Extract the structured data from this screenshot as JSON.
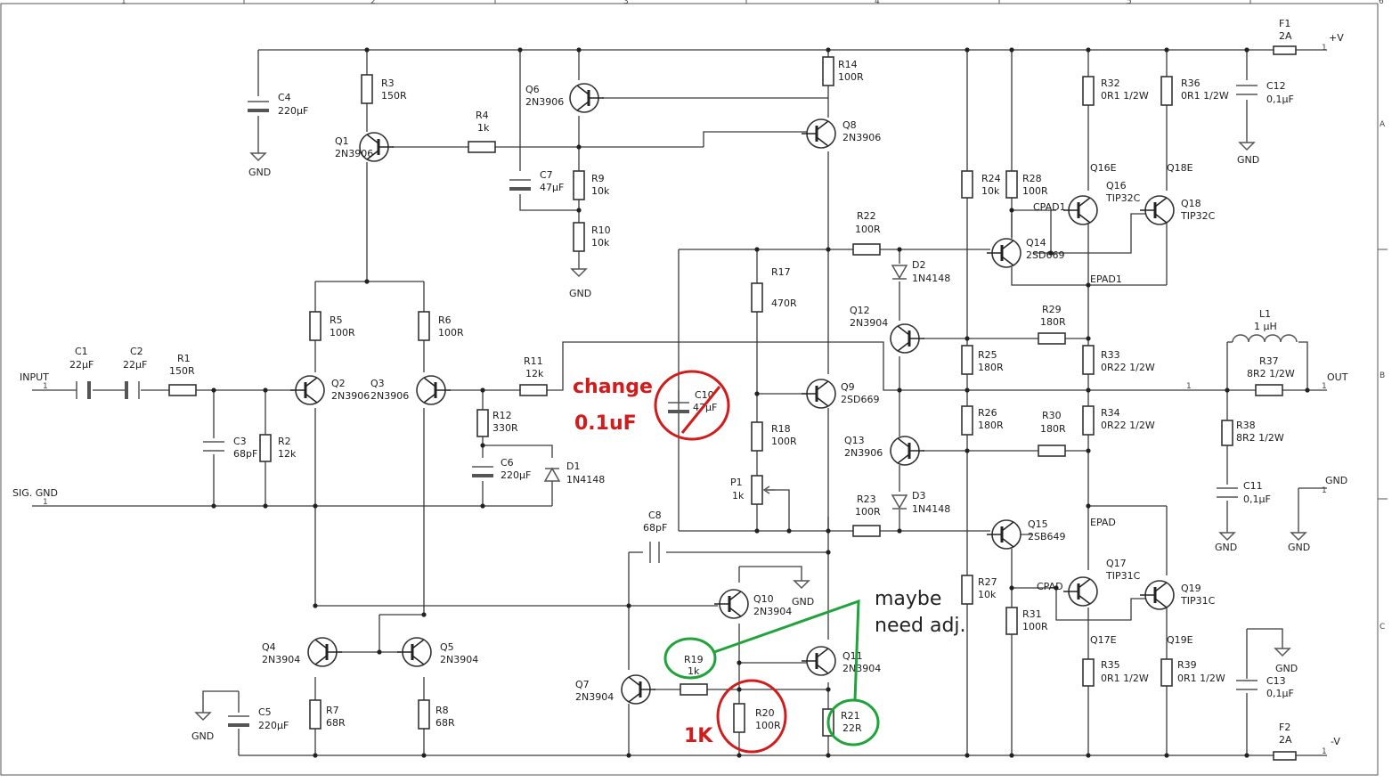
{
  "frame": {
    "top_cols": [
      "1",
      "2",
      "3",
      "4",
      "5",
      "6"
    ],
    "side_rows": [
      "A",
      "B",
      "C"
    ]
  },
  "ports": {
    "input": "INPUT",
    "sig_gnd": "SIG. GND",
    "out": "OUT",
    "vplus": "+V",
    "vminus": "-V",
    "gnd_right": "GND",
    "pin1": "1"
  },
  "gnd_label": "GND",
  "resistors": {
    "r1": {
      "ref": "R1",
      "val": "150R"
    },
    "r2": {
      "ref": "R2",
      "val": "12k"
    },
    "r3": {
      "ref": "R3",
      "val": "150R"
    },
    "r4": {
      "ref": "R4",
      "val": "1k"
    },
    "r5": {
      "ref": "R5",
      "val": "100R"
    },
    "r6": {
      "ref": "R6",
      "val": "100R"
    },
    "r7": {
      "ref": "R7",
      "val": "68R"
    },
    "r8": {
      "ref": "R8",
      "val": "68R"
    },
    "r9": {
      "ref": "R9",
      "val": "10k"
    },
    "r10": {
      "ref": "R10",
      "val": "10k"
    },
    "r11": {
      "ref": "R11",
      "val": "12k"
    },
    "r12": {
      "ref": "R12",
      "val": "330R"
    },
    "r14": {
      "ref": "R14",
      "val": "100R"
    },
    "r17": {
      "ref": "R17",
      "val": "470R"
    },
    "r18": {
      "ref": "R18",
      "val": "100R"
    },
    "r19": {
      "ref": "R19",
      "val": "1k"
    },
    "r20": {
      "ref": "R20",
      "val": "100R"
    },
    "r21": {
      "ref": "R21",
      "val": "22R"
    },
    "r22": {
      "ref": "R22",
      "val": "100R"
    },
    "r23": {
      "ref": "R23",
      "val": "100R"
    },
    "r24": {
      "ref": "R24",
      "val": "10k"
    },
    "r25": {
      "ref": "R25",
      "val": "180R"
    },
    "r26": {
      "ref": "R26",
      "val": "180R"
    },
    "r27": {
      "ref": "R27",
      "val": "10k"
    },
    "r28": {
      "ref": "R28",
      "val": "100R"
    },
    "r29": {
      "ref": "R29",
      "val": "180R"
    },
    "r30": {
      "ref": "R30",
      "val": "180R"
    },
    "r31": {
      "ref": "R31",
      "val": "100R"
    },
    "r32": {
      "ref": "R32",
      "val": "0R1 1/2W"
    },
    "r33": {
      "ref": "R33",
      "val": "0R22 1/2W"
    },
    "r34": {
      "ref": "R34",
      "val": "0R22 1/2W"
    },
    "r35": {
      "ref": "R35",
      "val": "0R1 1/2W"
    },
    "r36": {
      "ref": "R36",
      "val": "0R1 1/2W"
    },
    "r37": {
      "ref": "R37",
      "val": "8R2 1/2W"
    },
    "r38": {
      "ref": "R38",
      "val": "8R2 1/2W"
    },
    "r39": {
      "ref": "R39",
      "val": "0R1 1/2W"
    },
    "p1": {
      "ref": "P1",
      "val": "1k"
    }
  },
  "capacitors": {
    "c1": {
      "ref": "C1",
      "val": "22µF"
    },
    "c2": {
      "ref": "C2",
      "val": "22µF"
    },
    "c3": {
      "ref": "C3",
      "val": "68pF"
    },
    "c4": {
      "ref": "C4",
      "val": "220µF"
    },
    "c5": {
      "ref": "C5",
      "val": "220µF"
    },
    "c6": {
      "ref": "C6",
      "val": "220µF"
    },
    "c7": {
      "ref": "C7",
      "val": "47µF"
    },
    "c8": {
      "ref": "C8",
      "val": "68pF"
    },
    "c10": {
      "ref": "C10",
      "val": "47µF"
    },
    "c11": {
      "ref": "C11",
      "val": "0,1µF"
    },
    "c12": {
      "ref": "C12",
      "val": "0,1µF"
    },
    "c13": {
      "ref": "C13",
      "val": "0,1µF"
    }
  },
  "diodes": {
    "d1": {
      "ref": "D1",
      "val": "1N4148"
    },
    "d2": {
      "ref": "D2",
      "val": "1N4148"
    },
    "d3": {
      "ref": "D3",
      "val": "1N4148"
    }
  },
  "transistors": {
    "q1": {
      "ref": "Q1",
      "val": "2N3906"
    },
    "q2": {
      "ref": "Q2",
      "val": "2N3906"
    },
    "q3": {
      "ref": "Q3",
      "val": "2N3906"
    },
    "q4": {
      "ref": "Q4",
      "val": "2N3904"
    },
    "q5": {
      "ref": "Q5",
      "val": "2N3904"
    },
    "q6": {
      "ref": "Q6",
      "val": "2N3906"
    },
    "q7": {
      "ref": "Q7",
      "val": "2N3904"
    },
    "q8": {
      "ref": "Q8",
      "val": "2N3906"
    },
    "q9": {
      "ref": "Q9",
      "val": "2SD669"
    },
    "q10": {
      "ref": "Q10",
      "val": "2N3904"
    },
    "q11": {
      "ref": "Q11",
      "val": "2N3904"
    },
    "q12": {
      "ref": "Q12",
      "val": "2N3904"
    },
    "q13": {
      "ref": "Q13",
      "val": "2N3906"
    },
    "q14": {
      "ref": "Q14",
      "val": "2SD669"
    },
    "q15": {
      "ref": "Q15",
      "val": "2SB649"
    },
    "q16": {
      "ref": "Q16",
      "val": "TIP32C"
    },
    "q17": {
      "ref": "Q17",
      "val": "TIP31C"
    },
    "q18": {
      "ref": "Q18",
      "val": "TIP32C"
    },
    "q19": {
      "ref": "Q19",
      "val": "TIP31C"
    }
  },
  "inductor": {
    "ref": "L1",
    "val": "1 µH"
  },
  "fuses": {
    "f1": {
      "ref": "F1",
      "val": "2A"
    },
    "f2": {
      "ref": "F2",
      "val": "2A"
    }
  },
  "net_labels": {
    "cpad1": "CPAD1",
    "epad1": "EPAD1",
    "cpad": "CPAD",
    "epad": "EPAD",
    "q16e": "Q16E",
    "q18e": "Q18E",
    "q17e": "Q17E",
    "q19e": "Q19E"
  },
  "annotations": {
    "change_line1": "change",
    "change_line2": "0.1uF",
    "one_k": "1K",
    "maybe_line1": "maybe",
    "maybe_line2": "need adj."
  },
  "colors": {
    "wire": "#3a3a3a",
    "annotation_red": "#d01c1c",
    "annotation_green": "#1fa33a"
  }
}
